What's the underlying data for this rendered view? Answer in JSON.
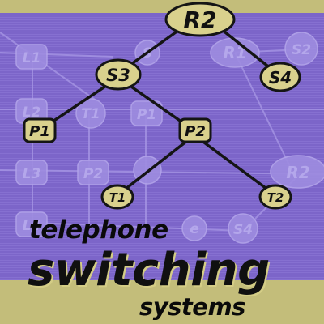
{
  "cover": {
    "title_line1": "telephone",
    "title_line2": "switching",
    "title_line3": "systems"
  },
  "network": {
    "nodes": [
      {
        "id": "R2",
        "label": "R2"
      },
      {
        "id": "S3",
        "label": "S3"
      },
      {
        "id": "S4",
        "label": "S4"
      },
      {
        "id": "P1",
        "label": "P1"
      },
      {
        "id": "P2",
        "label": "P2"
      },
      {
        "id": "T1",
        "label": "T1"
      },
      {
        "id": "T2",
        "label": "T2"
      }
    ],
    "background_labels": [
      "L1",
      "L2",
      "L3",
      "L4",
      "T1",
      "P1",
      "P2",
      "S",
      "R1",
      "S2",
      "R2",
      "S4",
      "e"
    ]
  },
  "colors": {
    "background": "#8068cf",
    "accent": "#c3bd7a",
    "node_fill": "#d8d08a",
    "text": "#0a0a0a"
  }
}
